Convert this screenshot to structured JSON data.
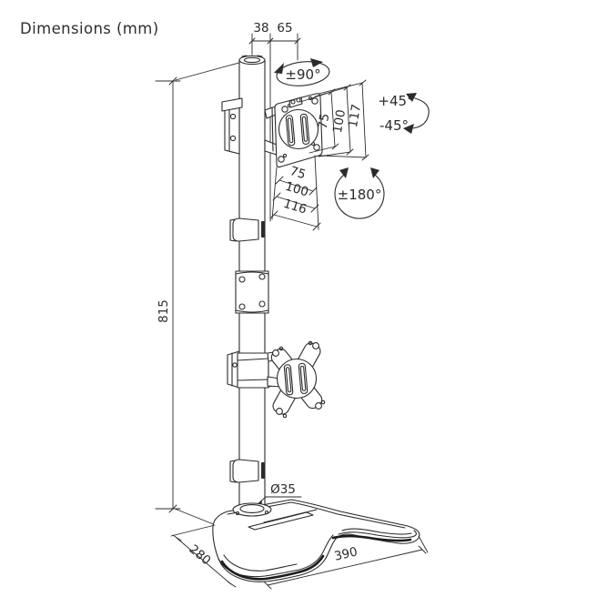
{
  "title": "Dimensions (mm)",
  "dims": {
    "top_a": "38",
    "top_b": "65",
    "height": "815",
    "pole_diameter": "Ø35",
    "base_depth": "280",
    "base_width": "390"
  },
  "vesa": {
    "vertical": {
      "inner": "75",
      "mid": "100",
      "outer": "117"
    },
    "horizontal": {
      "inner": "75",
      "mid": "100",
      "outer": "116"
    }
  },
  "rotations": {
    "swivel": "±90°",
    "tilt_up": "+45°",
    "tilt_down": "-45°",
    "pivot": "±180°"
  },
  "colors": {
    "line": "#2b2b2b",
    "background": "#ffffff"
  }
}
